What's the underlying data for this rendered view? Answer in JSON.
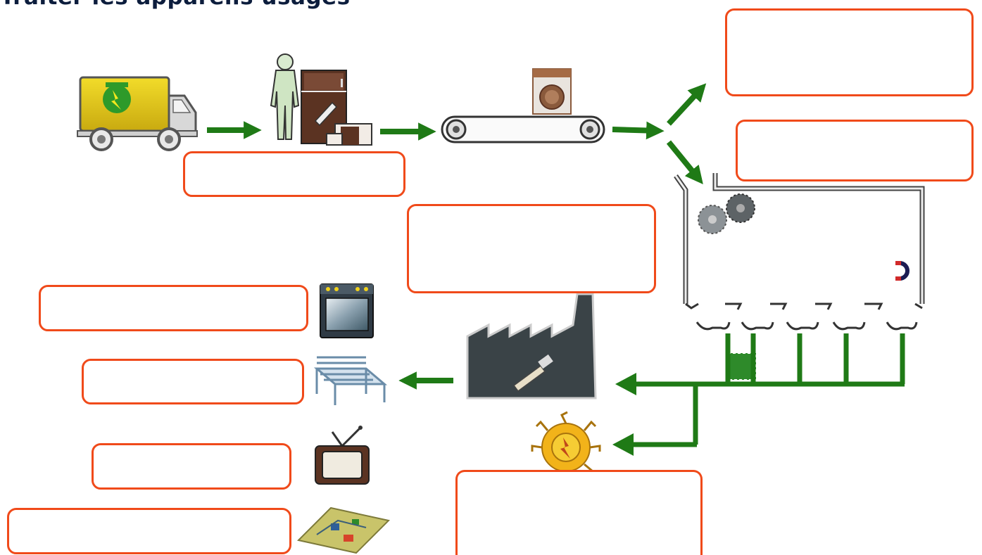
{
  "title": "Traiter les appareils usagés",
  "colors": {
    "arrow": "#1f7a16",
    "box_border": "#f04a1a",
    "title": "#0c1d3d"
  },
  "answer_boxes": [
    {
      "id": "box-sorting",
      "value": ""
    },
    {
      "id": "box-output-top",
      "value": ""
    },
    {
      "id": "box-output-middle",
      "value": ""
    },
    {
      "id": "box-center",
      "value": ""
    },
    {
      "id": "box-oven",
      "value": ""
    },
    {
      "id": "box-bench",
      "value": ""
    },
    {
      "id": "box-tv",
      "value": ""
    },
    {
      "id": "box-circuit",
      "value": ""
    },
    {
      "id": "box-energy",
      "value": ""
    }
  ],
  "icons": [
    "delivery-truck-icon",
    "worker-icon",
    "refrigerator-icon",
    "conveyor-belt-icon",
    "washing-machine-icon",
    "shredder-machine-icon",
    "magnet-icon",
    "factory-icon",
    "energy-sun-icon",
    "oven-icon",
    "bench-icon",
    "television-icon",
    "circuit-board-icon"
  ]
}
